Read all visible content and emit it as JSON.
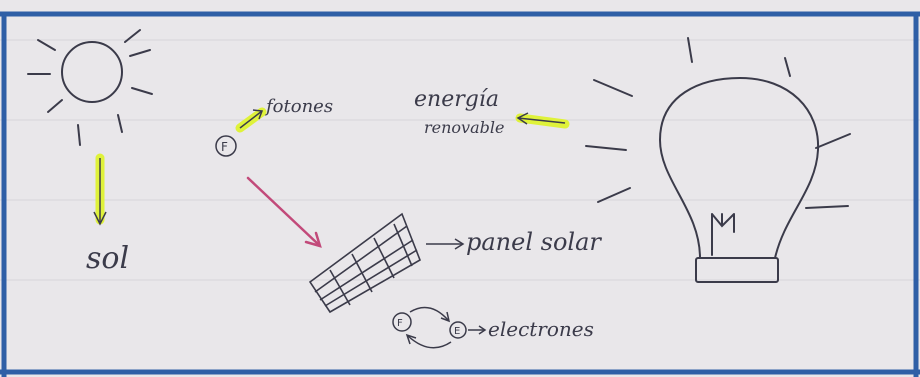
{
  "labels": {
    "sun": "sol",
    "photons": "fotones",
    "energy_line1": "energía",
    "energy_line2": "renovable",
    "panel": "panel solar",
    "electrons": "electrones",
    "photon_symbol": "F",
    "electron_symbol": "E"
  },
  "colors": {
    "frame": "#2f5fa6",
    "ink": "#3b3b4a",
    "highlight": "#dff23a",
    "pink_arrow": "#c24a7a",
    "paper": "#e9e7ea"
  }
}
